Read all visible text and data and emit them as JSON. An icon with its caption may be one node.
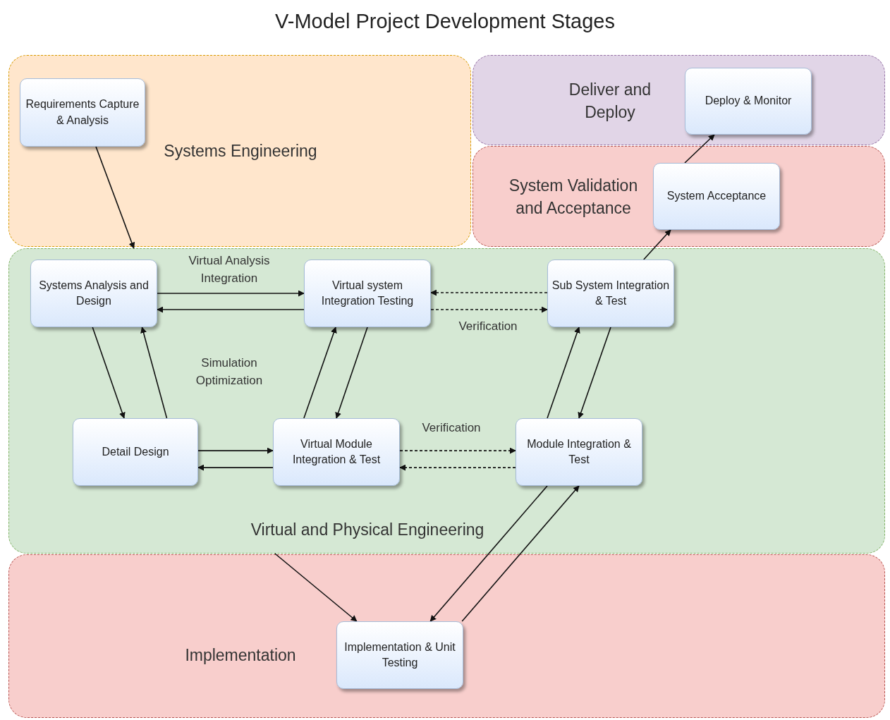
{
  "diagram": {
    "title": "V-Model Project Development Stages",
    "nodes": [
      {
        "text": [
          "Systems Engineering"
        ]
      },
      {
        "text": [
          "Requirements Capture & Analysis"
        ],
        "in": 0
      },
      {
        "text": [
          "Deliver and Deploy"
        ]
      },
      {
        "text": [
          "Deploy & Monitor"
        ],
        "in": 2
      },
      {
        "text": [
          "System Validation and Acceptance"
        ]
      },
      {
        "text": [
          "System Acceptance"
        ],
        "in": 4
      },
      {
        "text": [
          "Virtual and Physical Engineering"
        ]
      },
      {
        "text": [
          "Systems Analysis and Design"
        ],
        "in": 6
      },
      {
        "text": [
          "Virtual system Integration Testing"
        ],
        "in": 6
      },
      {
        "text": [
          "Sub System Integration & Test"
        ],
        "in": 6
      },
      {
        "text": [
          "Detail Design"
        ],
        "in": 6
      },
      {
        "text": [
          "Virtual Module Integration & Test"
        ],
        "in": 6
      },
      {
        "text": [
          "Module Integration & Test"
        ],
        "in": 6
      },
      {
        "text": [
          "Implementation"
        ]
      },
      {
        "text": [
          "Implementation & Unit Testing"
        ],
        "in": 13
      }
    ],
    "edges": [
      {
        "from": 1,
        "to": 6,
        "arrow": "to"
      },
      {
        "from": 5,
        "to": 3,
        "arrow": "to"
      },
      {
        "from": 9,
        "to": 5,
        "arrow": "to"
      },
      {
        "from": 7,
        "to": 8,
        "arrow": "to",
        "label": "Virtual Analysis Integration"
      },
      {
        "from": 8,
        "to": 7,
        "arrow": "to"
      },
      {
        "from": 9,
        "to": 8,
        "arrow": "to",
        "style": "dashed"
      },
      {
        "from": 8,
        "to": 9,
        "arrow": "to",
        "style": "dashed",
        "label": "Verification"
      },
      {
        "from": 7,
        "to": 10,
        "arrow": "to"
      },
      {
        "from": 10,
        "to": 7,
        "arrow": "to"
      },
      {
        "from": 8,
        "to": 11,
        "arrow": "to"
      },
      {
        "from": 11,
        "to": 8,
        "arrow": "to"
      },
      {
        "from": 9,
        "to": 12,
        "arrow": "to"
      },
      {
        "from": 12,
        "to": 9,
        "arrow": "to"
      },
      {
        "from": 10,
        "to": 11,
        "arrow": "to"
      },
      {
        "from": 11,
        "to": 10,
        "arrow": "to"
      },
      {
        "from": 11,
        "to": 12,
        "arrow": "to",
        "style": "dashed",
        "label": "Verification"
      },
      {
        "from": 12,
        "to": 11,
        "arrow": "to",
        "style": "dashed"
      },
      {
        "from": 6,
        "to": 14,
        "arrow": "to"
      },
      {
        "from": 12,
        "to": 14,
        "arrow": "to"
      },
      {
        "from": 14,
        "to": 12,
        "arrow": "to"
      }
    ],
    "labels": [
      "Simulation Optimization"
    ]
  }
}
